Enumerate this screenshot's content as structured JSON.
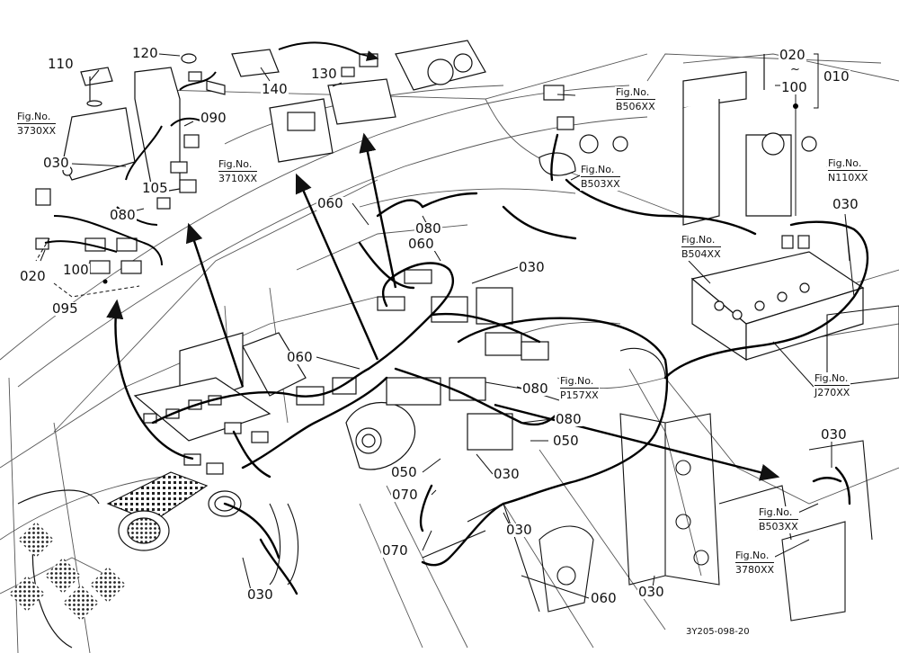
{
  "diagram_id": "3Y205-098-20",
  "part_labels": {
    "p110": "110",
    "p120": "120",
    "p090": "090",
    "p030_a": "030",
    "p105": "105",
    "p080_a": "080",
    "p020": "020",
    "p100": "100",
    "p095": "095",
    "p140": "140",
    "p130": "130",
    "p060_a": "060",
    "p080_b": "080",
    "p060_b": "060",
    "p030_b": "030",
    "p060_c": "060",
    "p080_c": "080",
    "p080_d": "080",
    "p050_a": "050",
    "p050_b": "050",
    "p030_c": "030",
    "p070_a": "070",
    "p070_b": "070",
    "p030_d": "030",
    "p030_e": "030",
    "p060_d": "060",
    "p030_f": "030",
    "p030_g": "030",
    "p030_h": "030",
    "p020_range": "020",
    "p100_range": "100",
    "tilde": "~",
    "p010": "010"
  },
  "figure_refs": [
    {
      "prefix": "Fig.No.",
      "ref": "3730XX"
    },
    {
      "prefix": "Fig.No.",
      "ref": "3710XX"
    },
    {
      "prefix": "Fig.No.",
      "ref": "B506XX"
    },
    {
      "prefix": "Fig.No.",
      "ref": "B503XX"
    },
    {
      "prefix": "Fig.No.",
      "ref": "N110XX"
    },
    {
      "prefix": "Fig.No.",
      "ref": "B504XX"
    },
    {
      "prefix": "Fig.No.",
      "ref": "J270XX"
    },
    {
      "prefix": "Fig.No.",
      "ref": "P157XX"
    },
    {
      "prefix": "Fig.No.",
      "ref": "B503XX"
    },
    {
      "prefix": "Fig.No.",
      "ref": "3780XX"
    }
  ]
}
